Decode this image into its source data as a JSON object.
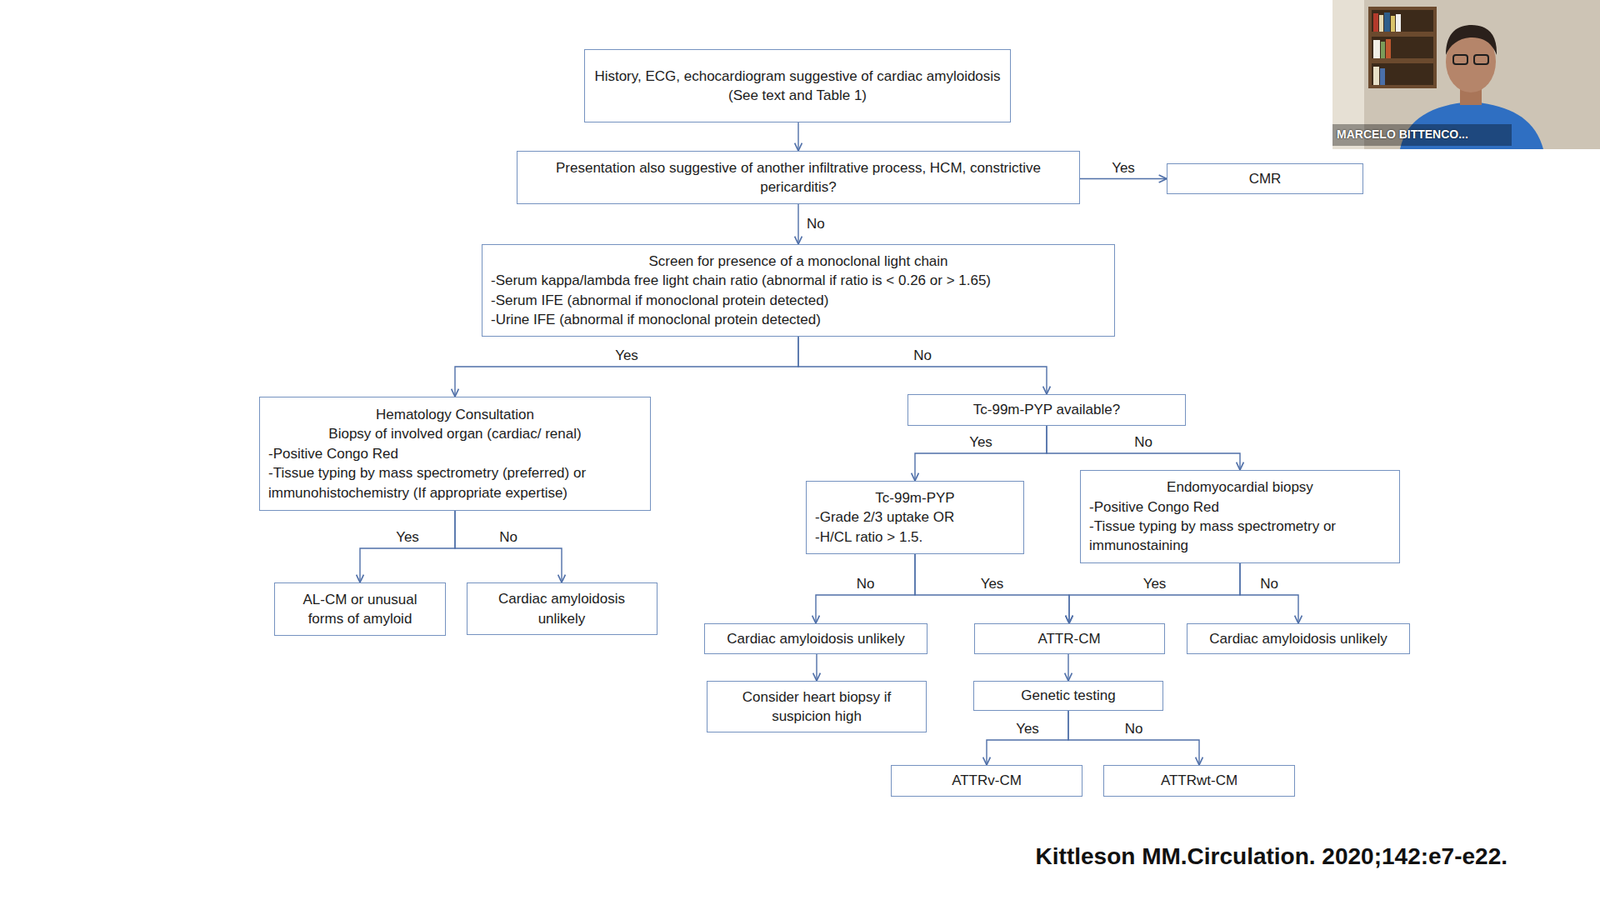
{
  "diagram": {
    "caption": "Kittleson MM.Circulation. 2020;142:e7-e22.",
    "nodes": [
      {
        "text": [
          "History, ECG, echocardiogram suggestive of cardiac amyloidosis",
          "(See text and Table 1)"
        ]
      },
      {
        "text": [
          "Presentation also suggestive of another infiltrative process, HCM, constrictive pericarditis?"
        ]
      },
      {
        "text": [
          "CMR"
        ]
      },
      {
        "text": [
          "Screen for presence of a monoclonal light chain",
          "-Serum kappa/lambda free light chain ratio (abnormal if ratio is < 0.26 or > 1.65)",
          "-Serum IFE (abnormal if monoclonal protein detected)",
          "-Urine IFE (abnormal if monoclonal protein detected)"
        ]
      },
      {
        "text": [
          "Hematology Consultation",
          "Biopsy of involved organ (cardiac/ renal)",
          "-Positive Congo Red",
          "-Tissue typing by mass spectrometry (preferred) or immunohistochemistry (If appropriate expertise)"
        ]
      },
      {
        "text": [
          "Tc-99m-PYP available?"
        ]
      },
      {
        "text": [
          "Tc-99m-PYP",
          "-Grade 2/3 uptake OR",
          "-H/CL ratio > 1.5."
        ]
      },
      {
        "text": [
          "Endomyocardial biopsy",
          "-Positive Congo Red",
          "-Tissue typing by mass spectrometry or immunostaining"
        ]
      },
      {
        "text": [
          "AL-CM or unusual forms of amyloid"
        ]
      },
      {
        "text": [
          "Cardiac amyloidosis unlikely"
        ]
      },
      {
        "text": [
          "Cardiac amyloidosis unlikely"
        ]
      },
      {
        "text": [
          "ATTR-CM"
        ]
      },
      {
        "text": [
          "Cardiac amyloidosis unlikely"
        ]
      },
      {
        "text": [
          "Consider heart biopsy if suspicion high"
        ]
      },
      {
        "text": [
          "Genetic testing"
        ]
      },
      {
        "text": [
          "ATTRv-CM"
        ]
      },
      {
        "text": [
          "ATTRwt-CM"
        ]
      }
    ],
    "edges": [
      {
        "from": 0,
        "to": 1,
        "arrow": "to"
      },
      {
        "from": 1,
        "to": 2,
        "label": "Yes",
        "arrow": "to"
      },
      {
        "from": 1,
        "to": 3,
        "label": "No",
        "arrow": "to"
      },
      {
        "from": 3,
        "to": 4,
        "label": "Yes",
        "arrow": "to"
      },
      {
        "from": 3,
        "to": 5,
        "label": "No",
        "arrow": "to"
      },
      {
        "from": 4,
        "to": 8,
        "label": "Yes",
        "arrow": "to"
      },
      {
        "from": 4,
        "to": 9,
        "label": "No",
        "arrow": "to"
      },
      {
        "from": 5,
        "to": 6,
        "label": "Yes",
        "arrow": "to"
      },
      {
        "from": 5,
        "to": 7,
        "label": "No",
        "arrow": "to"
      },
      {
        "from": 6,
        "to": 10,
        "label": "No",
        "arrow": "to"
      },
      {
        "from": 6,
        "to": 11,
        "label": "Yes",
        "arrow": "to"
      },
      {
        "from": 7,
        "to": 11,
        "label": "Yes",
        "arrow": "to"
      },
      {
        "from": 7,
        "to": 12,
        "label": "No",
        "arrow": "to"
      },
      {
        "from": 10,
        "to": 13,
        "arrow": "to"
      },
      {
        "from": 11,
        "to": 14,
        "arrow": "to"
      },
      {
        "from": 14,
        "to": 15,
        "label": "Yes",
        "arrow": "to"
      },
      {
        "from": 14,
        "to": 16,
        "label": "No",
        "arrow": "to"
      }
    ],
    "labels": [
      "MARCELO BITTENCO..."
    ]
  }
}
